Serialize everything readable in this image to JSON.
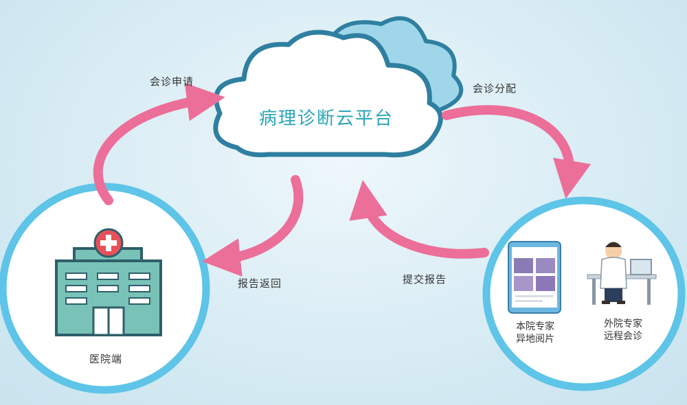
{
  "platform": {
    "title": "病理诊断云平台"
  },
  "flows": {
    "consult_request": "会诊申请",
    "consult_assign": "会诊分配",
    "report_return": "报告返回",
    "report_submit": "提交报告"
  },
  "nodes": {
    "hospital": {
      "label": "医院端",
      "icon": "hospital-icon"
    },
    "local_expert": {
      "line1": "本院专家",
      "line2": "异地阅片",
      "icon": "tablet-slide-icon"
    },
    "remote_expert": {
      "line1": "外院专家",
      "line2": "远程会诊",
      "icon": "doctor-desk-icon"
    }
  },
  "colors": {
    "arrow": "#ec6f99",
    "circle_stroke": "#5ec4e8",
    "cloud_stroke": "#2f7fa0",
    "cloud_back": "#9fd6ea",
    "title_text": "#2aa6b5",
    "hospital_body": "#79c2b8",
    "hospital_dark": "#2e5f6a",
    "cross_red": "#e9505a"
  }
}
